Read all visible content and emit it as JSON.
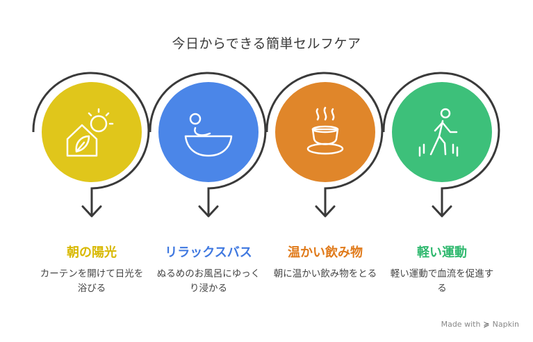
{
  "title": "今日からできる簡単セルフケア",
  "steps": [
    {
      "title": "朝の陽光",
      "desc": "カーテンを開けて日光を浴びる",
      "color": "#E0C61B",
      "title_color": "#D8B800",
      "icon": "house-sun-icon"
    },
    {
      "title": "リラックスバス",
      "desc": "ぬるめのお風呂にゆっくり浸かる",
      "color": "#4B86E8",
      "title_color": "#3F78E0",
      "icon": "bath-icon"
    },
    {
      "title": "温かい飲み物",
      "desc": "朝に温かい飲み物をとる",
      "color": "#E0862A",
      "title_color": "#E07A1A",
      "icon": "hot-drink-icon"
    },
    {
      "title": "軽い運動",
      "desc": "軽い運動で血流を促進する",
      "color": "#3DC07A",
      "title_color": "#2FB86E",
      "icon": "walking-person-icon"
    }
  ],
  "footer": {
    "made_with": "Made with",
    "brand": "Napkin"
  }
}
